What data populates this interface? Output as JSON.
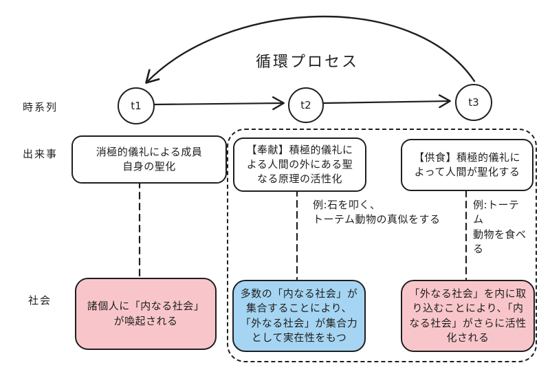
{
  "title": {
    "text": "循環プロセス"
  },
  "rows": {
    "timeline": "時系列",
    "events": "出来事",
    "society": "社会"
  },
  "nodes": {
    "t1": "t1",
    "t2": "t2",
    "t3": "t3"
  },
  "event_boxes": {
    "b1": "消極的儀礼による成員\n自身の聖化",
    "b2": "【奉献】積極的儀礼に\nよる人間の外にある聖\nなる原理の活性化",
    "b3": "【供食】積極的儀礼に\nよって人間が聖化する"
  },
  "notes": {
    "n2": "例:石を叩く、\nトーテム動物の真似をする",
    "n3": "例:トーテ\nム\n動物を食べ\nる"
  },
  "society_boxes": {
    "s1": "諸個人に「内なる社会」\nが喚起される",
    "s2": "多数の「内なる社会」が\n集合することにより、\n「外なる社会」が集合力\nとして実在性をもつ",
    "s3": "「外なる社会」を内に取\nり込むことにより、「内\nなる社会」がさらに活性\n化される"
  },
  "colors": {
    "stroke": "#1e1e1e",
    "pink": "#f8c6ca",
    "blue": "#a5d5f2",
    "white": "#ffffff"
  }
}
